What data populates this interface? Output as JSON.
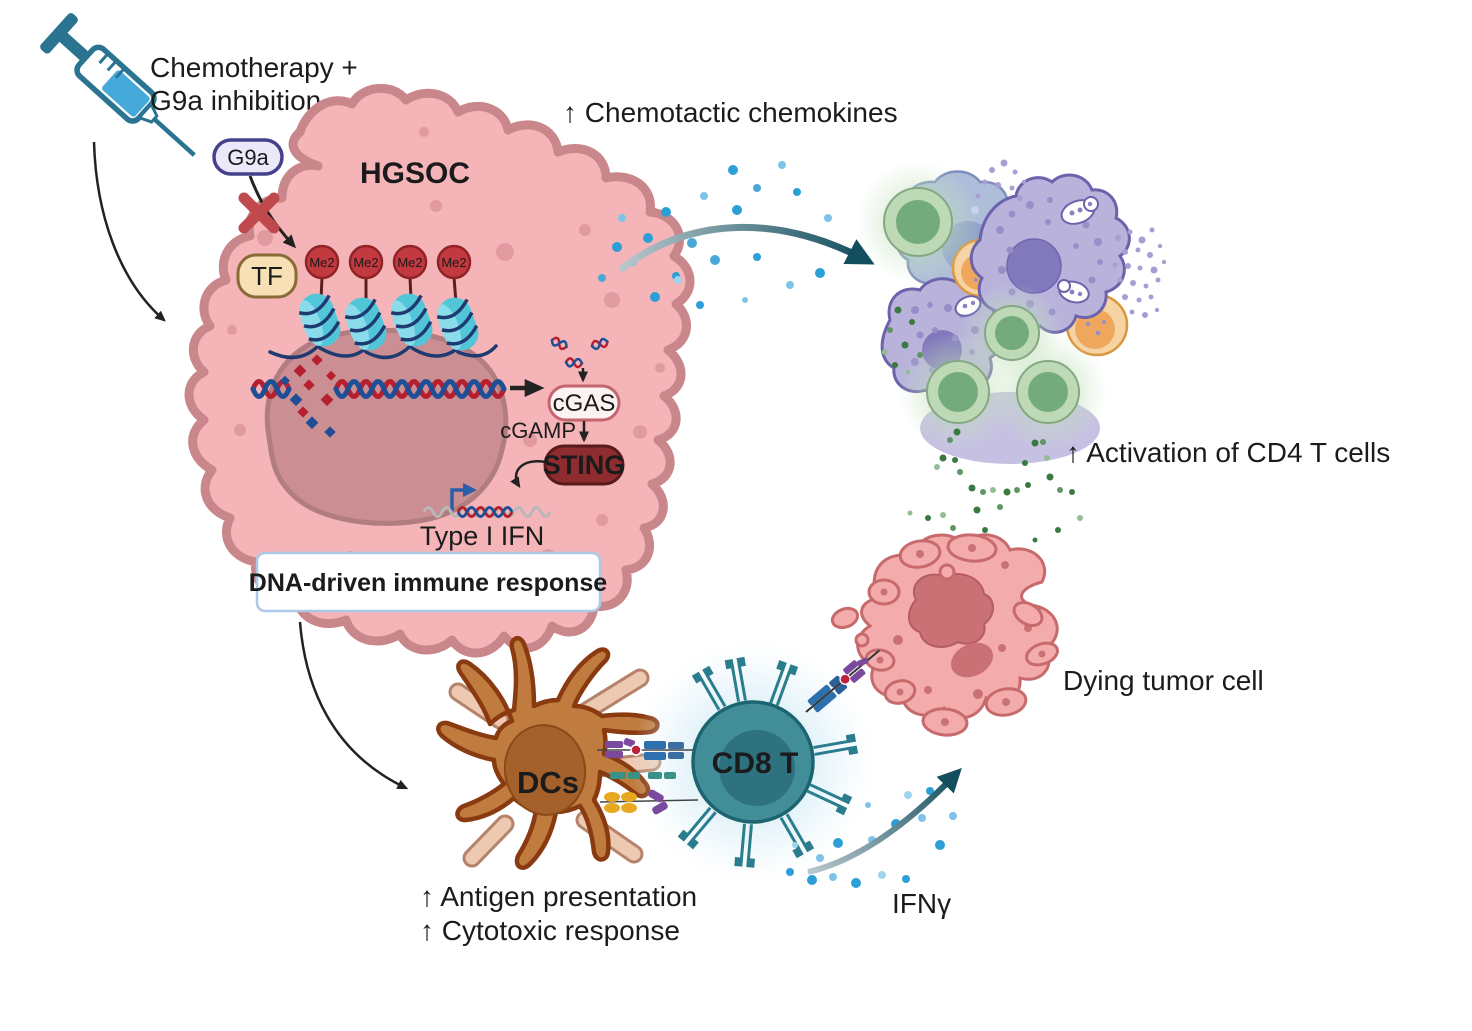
{
  "figure": {
    "treatment": {
      "line1": "Chemotherapy +",
      "line2": "G9a inhibition"
    },
    "tumor_cell": {
      "name": "HGSOC",
      "g9a": "G9a",
      "tf": "TF",
      "me2": "Me2"
    },
    "pathway": {
      "cgas": "cGAS",
      "cgamp": "cGAMP",
      "sting": "STING",
      "type1_ifn": "Type I IFN",
      "box": "DNA-driven immune response"
    },
    "annotations": {
      "chemokines": "↑ Chemotactic chemokines",
      "cd4": "↑ Activation of CD4 T cells",
      "dying": "Dying tumor cell",
      "antigen": "↑ Antigen presentation",
      "cytotoxic": "↑ Cytotoxic response",
      "ifng": "IFNγ"
    },
    "immune_cells": {
      "dcs": "DCs",
      "cd8": "CD8 T"
    }
  },
  "icons": {
    "syringe-icon": "chemotherapy syringe",
    "inhibition-cross-icon": "red X inhibition mark",
    "me2-badge": "H3K9 dimethylation mark",
    "nucleosome-icon": "chromatin nucleosome cylinder",
    "dna-helix-icon": "double-stranded DNA with damage fragments",
    "dna-fragments-icon": "cytosolic DNA fragments",
    "promoter-arrow-icon": "transcription start arrow",
    "chemokine-dots-icon": "secreted chemokine molecules",
    "green-dots-icon": "CD4 activation signal molecules",
    "ifng-dots-icon": "secreted IFNγ molecules",
    "up-arrow": "↑"
  },
  "colors": {
    "tumor_cell_fill": "#f5b5b8",
    "tumor_cell_border": "#c9868b",
    "nucleus_fill": "#cb8e92",
    "nucleosome_cyan": "#53c5d9",
    "dna_wrap_navy": "#1e3a70",
    "me2_red": "#c23a3f",
    "g9a_border_purple": "#46418c",
    "tf_fill": "#f7e0b5",
    "sting_fill": "#8e2c2f",
    "inhibition_red": "#c0494e",
    "promoter_blue": "#2a5fa8",
    "chemokine_blue": "#2b9fd6",
    "arrow_teal": "#124e5e",
    "syringe_teal": "#2a7391",
    "box_border_blue": "#adc8e6",
    "cd4_green": "#77ae7e",
    "immune_purple": "#b9b3dc",
    "immune_orange": "#f6d3a3",
    "dc_brown": "#c07b3e",
    "cd8_teal": "#418e99",
    "green_dot": "#3a7a42"
  }
}
